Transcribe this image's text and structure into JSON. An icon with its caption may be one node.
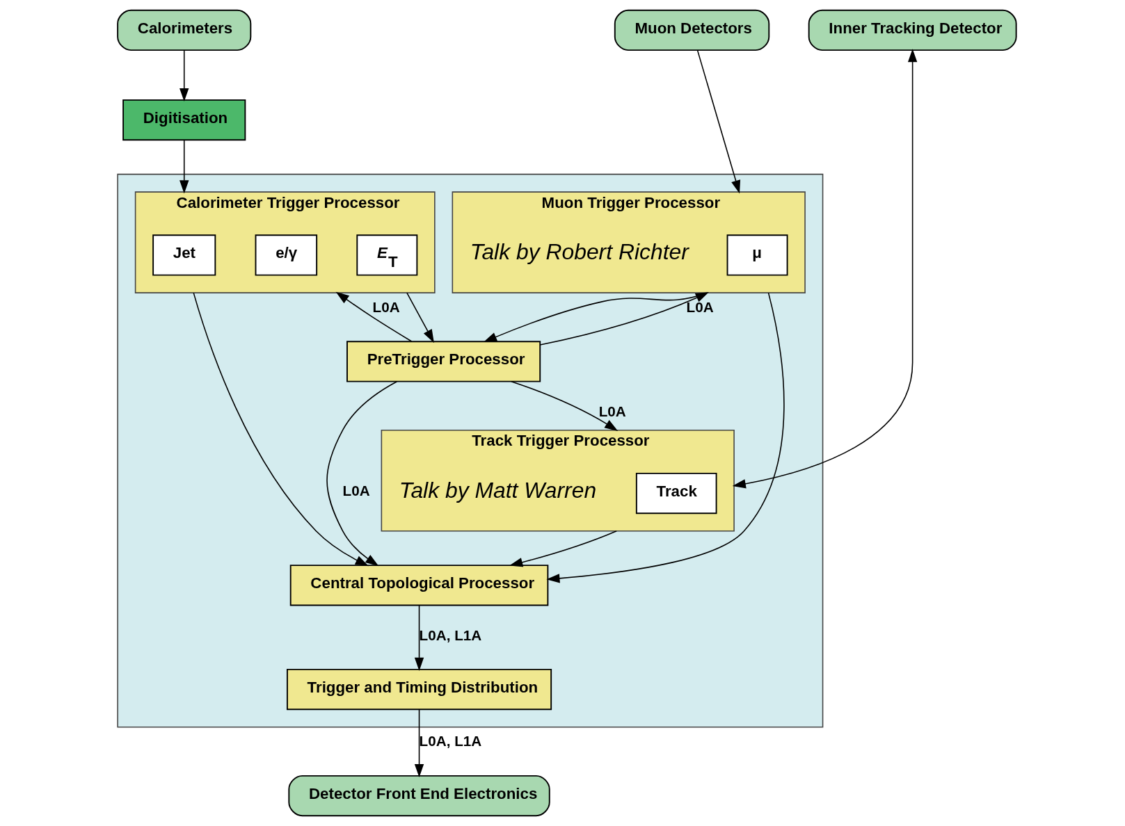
{
  "diagram": {
    "nodes": [
      {
        "text": [
          "Calorimeters"
        ]
      },
      {
        "text": [
          "Muon Detectors"
        ]
      },
      {
        "text": [
          "Inner Tracking Detector"
        ]
      },
      {
        "text": [
          "Digitisation"
        ]
      },
      {
        "text": [],
        "shape": "box"
      },
      {
        "text": [
          "Calorimeter Trigger Processor"
        ],
        "in": 4
      },
      {
        "text": [
          "e/γ"
        ],
        "in": 5
      },
      {
        "text": [
          "Jet"
        ],
        "in": 5
      },
      {
        "text": [
          "*E*$_{T}$"
        ],
        "in": 5
      },
      {
        "text": [
          "Muon Trigger Processor"
        ],
        "in": 4,
        "beside": [
          "Talk by Robert Richter"
        ]
      },
      {
        "text": [
          "μ"
        ],
        "in": 9
      },
      {
        "text": [
          "PreTrigger Processor"
        ],
        "in": 4
      },
      {
        "text": [
          "Track Trigger Processor"
        ],
        "in": 4,
        "beside": [
          "Talk by Matt Warren"
        ]
      },
      {
        "text": [
          "Track"
        ],
        "in": 12
      },
      {
        "text": [
          "Central Topological Processor"
        ],
        "in": 4
      },
      {
        "text": [
          "Trigger and Timing Distribution"
        ],
        "in": 4
      },
      {
        "text": [
          "Detector Front End Electronics"
        ]
      }
    ],
    "edges": [
      {
        "from": 0,
        "to": 3,
        "arrow": "to"
      },
      {
        "from": 3,
        "to": 5,
        "arrow": "to"
      },
      {
        "from": 1,
        "to": 9,
        "arrow": "to"
      },
      {
        "from": 2,
        "to": 12,
        "arrow": "both"
      },
      {
        "from": 11,
        "to": 5,
        "arrow": "to",
        "label": "L0A"
      },
      {
        "from": 5,
        "to": 11,
        "arrow": "to"
      },
      {
        "from": 9,
        "to": 11,
        "arrow": "to"
      },
      {
        "from": 11,
        "to": 9,
        "arrow": "to",
        "label": "L0A"
      },
      {
        "from": 11,
        "to": 12,
        "arrow": "to",
        "label": "L0A"
      },
      {
        "from": 5,
        "to": 14,
        "arrow": "to"
      },
      {
        "from": 11,
        "to": 14,
        "arrow": "to",
        "label": "L0A"
      },
      {
        "from": 9,
        "to": 14,
        "arrow": "to"
      },
      {
        "from": 12,
        "to": 14,
        "arrow": "to"
      },
      {
        "from": 14,
        "to": 15,
        "arrow": "to",
        "label": "L0A, L1A"
      },
      {
        "from": 15,
        "to": 16,
        "arrow": "to",
        "label": "L0A, L1A"
      }
    ]
  }
}
